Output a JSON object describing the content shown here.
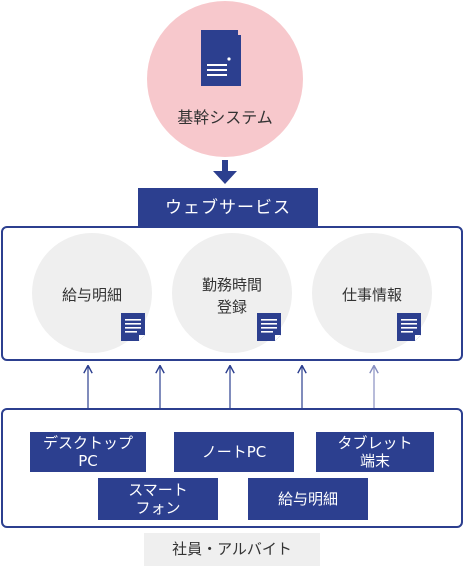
{
  "core": {
    "label": "基幹システム",
    "color": "#f7c8cc",
    "icon": "server-icon"
  },
  "web_service": {
    "label": "ウェブサービス",
    "color": "#2c3f8f"
  },
  "services": [
    {
      "label": "給与明細",
      "icon": "document-icon"
    },
    {
      "label": "勤務時間\n登録",
      "icon": "document-icon"
    },
    {
      "label": "仕事情報",
      "icon": "document-icon"
    }
  ],
  "devices": [
    {
      "label": "デスクトップ\nPC"
    },
    {
      "label": "スマート\nフォン"
    },
    {
      "label": "ノートPC"
    },
    {
      "label": "給与明細"
    },
    {
      "label": "タブレット\n端末"
    }
  ],
  "footer": {
    "label": "社員・アルバイト"
  },
  "colors": {
    "primary": "#2c3f8f",
    "circle_bg": "#efefef",
    "arrow_light": "#8890c0"
  }
}
